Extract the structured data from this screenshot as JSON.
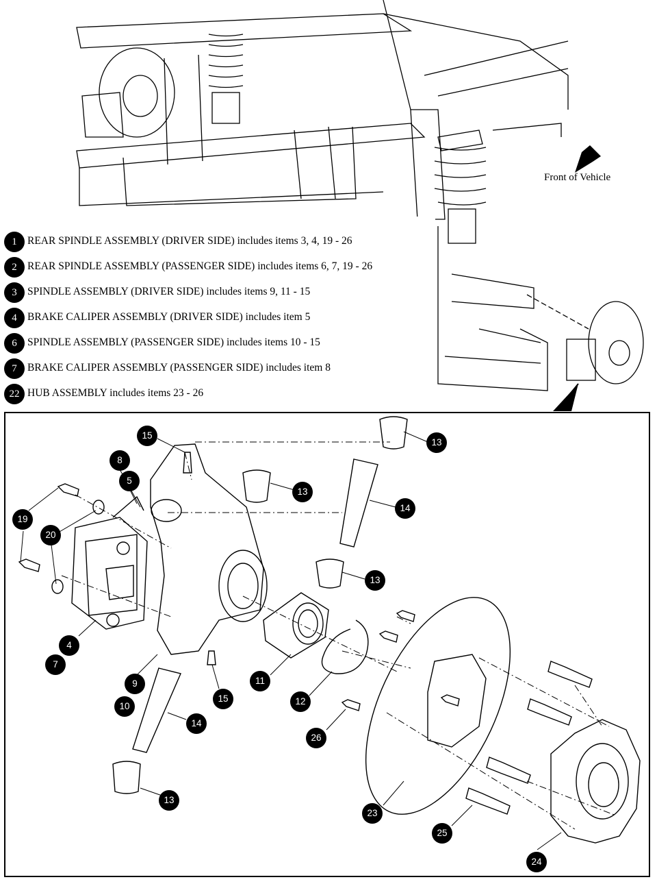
{
  "front_label": "Front of Vehicle",
  "legend": [
    {
      "num": "1",
      "text": "REAR SPINDLE ASSEMBLY (DRIVER SIDE) includes items 3, 4, 19 - 26"
    },
    {
      "num": "2",
      "text": "REAR SPINDLE ASSEMBLY (PASSENGER SIDE) includes items 6, 7, 19 - 26"
    },
    {
      "num": "3",
      "text": "SPINDLE ASSEMBLY (DRIVER SIDE) includes items 9, 11 - 15"
    },
    {
      "num": "4",
      "text": "BRAKE CALIPER ASSEMBLY (DRIVER SIDE) includes item 5"
    },
    {
      "num": "6",
      "text": "SPINDLE ASSEMBLY (PASSENGER SIDE) includes items 10 - 15"
    },
    {
      "num": "7",
      "text": "BRAKE CALIPER ASSEMBLY (PASSENGER SIDE) includes item 8"
    },
    {
      "num": "22",
      "text": "HUB ASSEMBLY includes items 23 - 26"
    }
  ],
  "callouts": {
    "c15a": "15",
    "c8": "8",
    "c5": "5",
    "c19": "19",
    "c20": "20",
    "c4": "4",
    "c7": "7",
    "c9": "9",
    "c10": "10",
    "c15b": "15",
    "c14a": "14",
    "c13a": "13",
    "c13b": "13",
    "c14b": "14",
    "c13c": "13",
    "c13d": "13",
    "c11": "11",
    "c12": "12",
    "c26": "26",
    "c23": "23",
    "c25": "25",
    "c24": "24"
  }
}
